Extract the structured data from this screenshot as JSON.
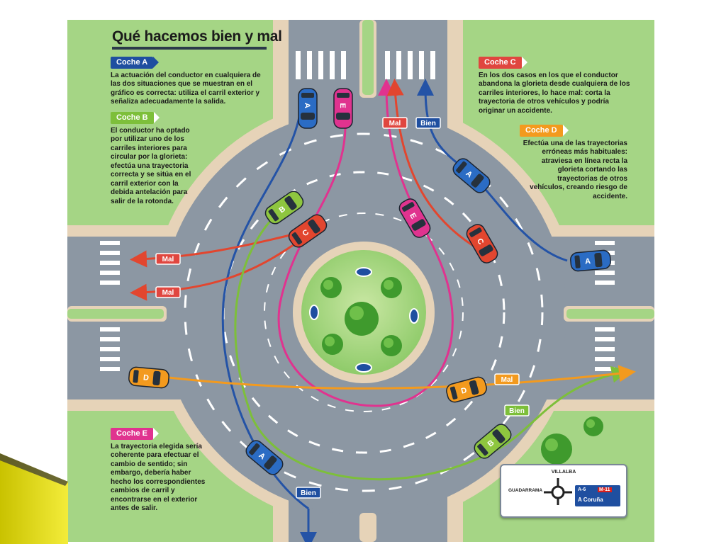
{
  "title": "Qué hacemos bien y mal",
  "colors": {
    "green_area": "#a5d585",
    "road": "#8c97a3",
    "sidewalk": "#e6d3b8",
    "badge_blue": "#1f4fa0",
    "badge_green": "#7dbf3a",
    "badge_red": "#e0463f",
    "badge_orange": "#f39a1e",
    "badge_pink": "#e0338f",
    "car_a": "#2b6cc4",
    "car_b": "#8ec63f",
    "car_c": "#e2462f",
    "car_d": "#f39a1e",
    "car_e": "#e0338f"
  },
  "panels": {
    "coche_a": {
      "label": "Coche A",
      "text": "La actuación del conductor en cualquiera de las dos situaciones que se muestran en el gráfico es correcta: utiliza el carril exterior y señaliza adecuadamente la salida."
    },
    "coche_b": {
      "label": "Coche B",
      "text": "El conductor ha optado por utilizar uno de los carriles interiores para circular por la glorieta: efectúa una trayectoria correcta y se sitúa en el carril exterior con la debida antelación para salir de la rotonda."
    },
    "coche_c": {
      "label": "Coche C",
      "text": "En los dos casos en los que el conductor abandona la glorieta desde cualquiera de los carriles interiores, lo hace mal: corta la trayectoria de otros vehículos y podría originar un accidente."
    },
    "coche_d": {
      "label": "Coche D",
      "text": "Efectúa una de las trayectorias erróneas más habituales: atraviesa en línea recta la glorieta cortando las trayectorias de otros vehículos, creando riesgo de accidente."
    },
    "coche_e": {
      "label": "Coche E",
      "text": "La trayectoria elegida sería coherente para efectuar el cambio de sentido; sin embargo, debería haber hecho los correspondientes cambios de carril y encontrarse en el exterior antes de salir."
    }
  },
  "path_tags": {
    "mal": "Mal",
    "bien": "Bien"
  },
  "car_letters": {
    "a": "A",
    "b": "B",
    "c": "C",
    "d": "D",
    "e": "E"
  },
  "sign": {
    "top": "VILLALBA",
    "left": "GUADARRAMA",
    "road_a": "A-6",
    "road_b": "M-11",
    "destination": "A Coruña"
  }
}
